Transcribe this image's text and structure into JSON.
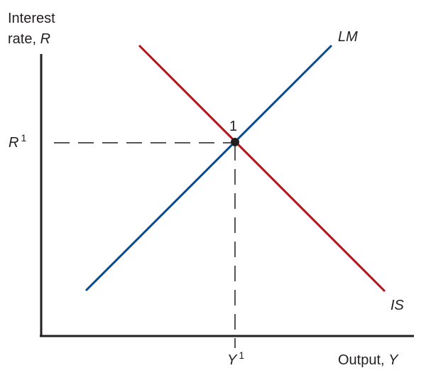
{
  "axes": {
    "y_label_line1": "Interest",
    "y_label_line2_text": "rate, ",
    "y_label_line2_var": "R",
    "x_label_text": "Output, ",
    "x_label_var": "Y"
  },
  "curves": {
    "lm": {
      "label": "LM",
      "color": "#0a4a8f"
    },
    "is": {
      "label": "IS",
      "color": "#b5121b"
    }
  },
  "equilibrium": {
    "label": "1",
    "r_var": "R",
    "r_sup": "1",
    "y_var": "Y",
    "y_sup": "1"
  },
  "colors": {
    "axis": "#231f20",
    "guide": "#231f20"
  }
}
